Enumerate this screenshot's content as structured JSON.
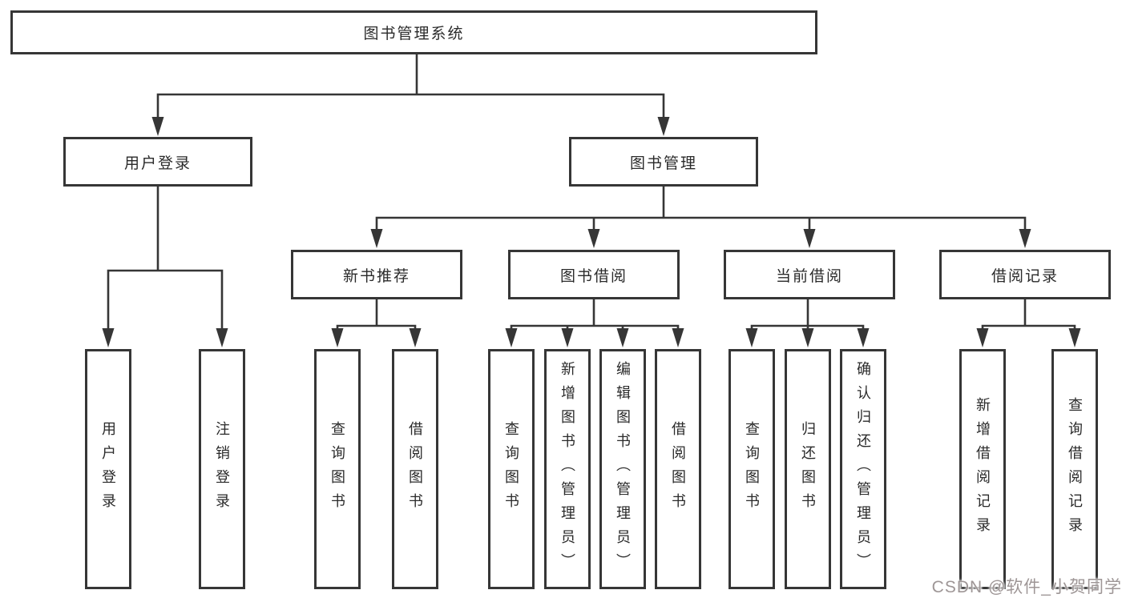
{
  "diagram": {
    "root": {
      "label": "图书管理系统"
    },
    "branches": [
      {
        "label": "用户登录",
        "leaves": [
          {
            "label": "用户登录"
          },
          {
            "label": "注销登录"
          }
        ]
      },
      {
        "label": "图书管理",
        "groups": [
          {
            "label": "新书推荐",
            "leaves": [
              {
                "label": "查询图书"
              },
              {
                "label": "借阅图书"
              }
            ]
          },
          {
            "label": "图书借阅",
            "leaves": [
              {
                "label": "查询图书"
              },
              {
                "label": "新增图书（管理员）"
              },
              {
                "label": "编辑图书（管理员）"
              },
              {
                "label": "借阅图书"
              }
            ]
          },
          {
            "label": "当前借阅",
            "leaves": [
              {
                "label": "查询图书"
              },
              {
                "label": "归还图书"
              },
              {
                "label": "确认归还（管理员）"
              }
            ]
          },
          {
            "label": "借阅记录",
            "leaves": [
              {
                "label": "新增借阅记录"
              },
              {
                "label": "查询借阅记录"
              }
            ]
          }
        ]
      }
    ]
  },
  "watermark": {
    "text": "CSDN @软件_小贺同学"
  },
  "colors": {
    "line": "#363636",
    "box_border": "#363636",
    "text": "#2a2a2a",
    "background": "#ffffff",
    "watermark": "#9e9696"
  }
}
